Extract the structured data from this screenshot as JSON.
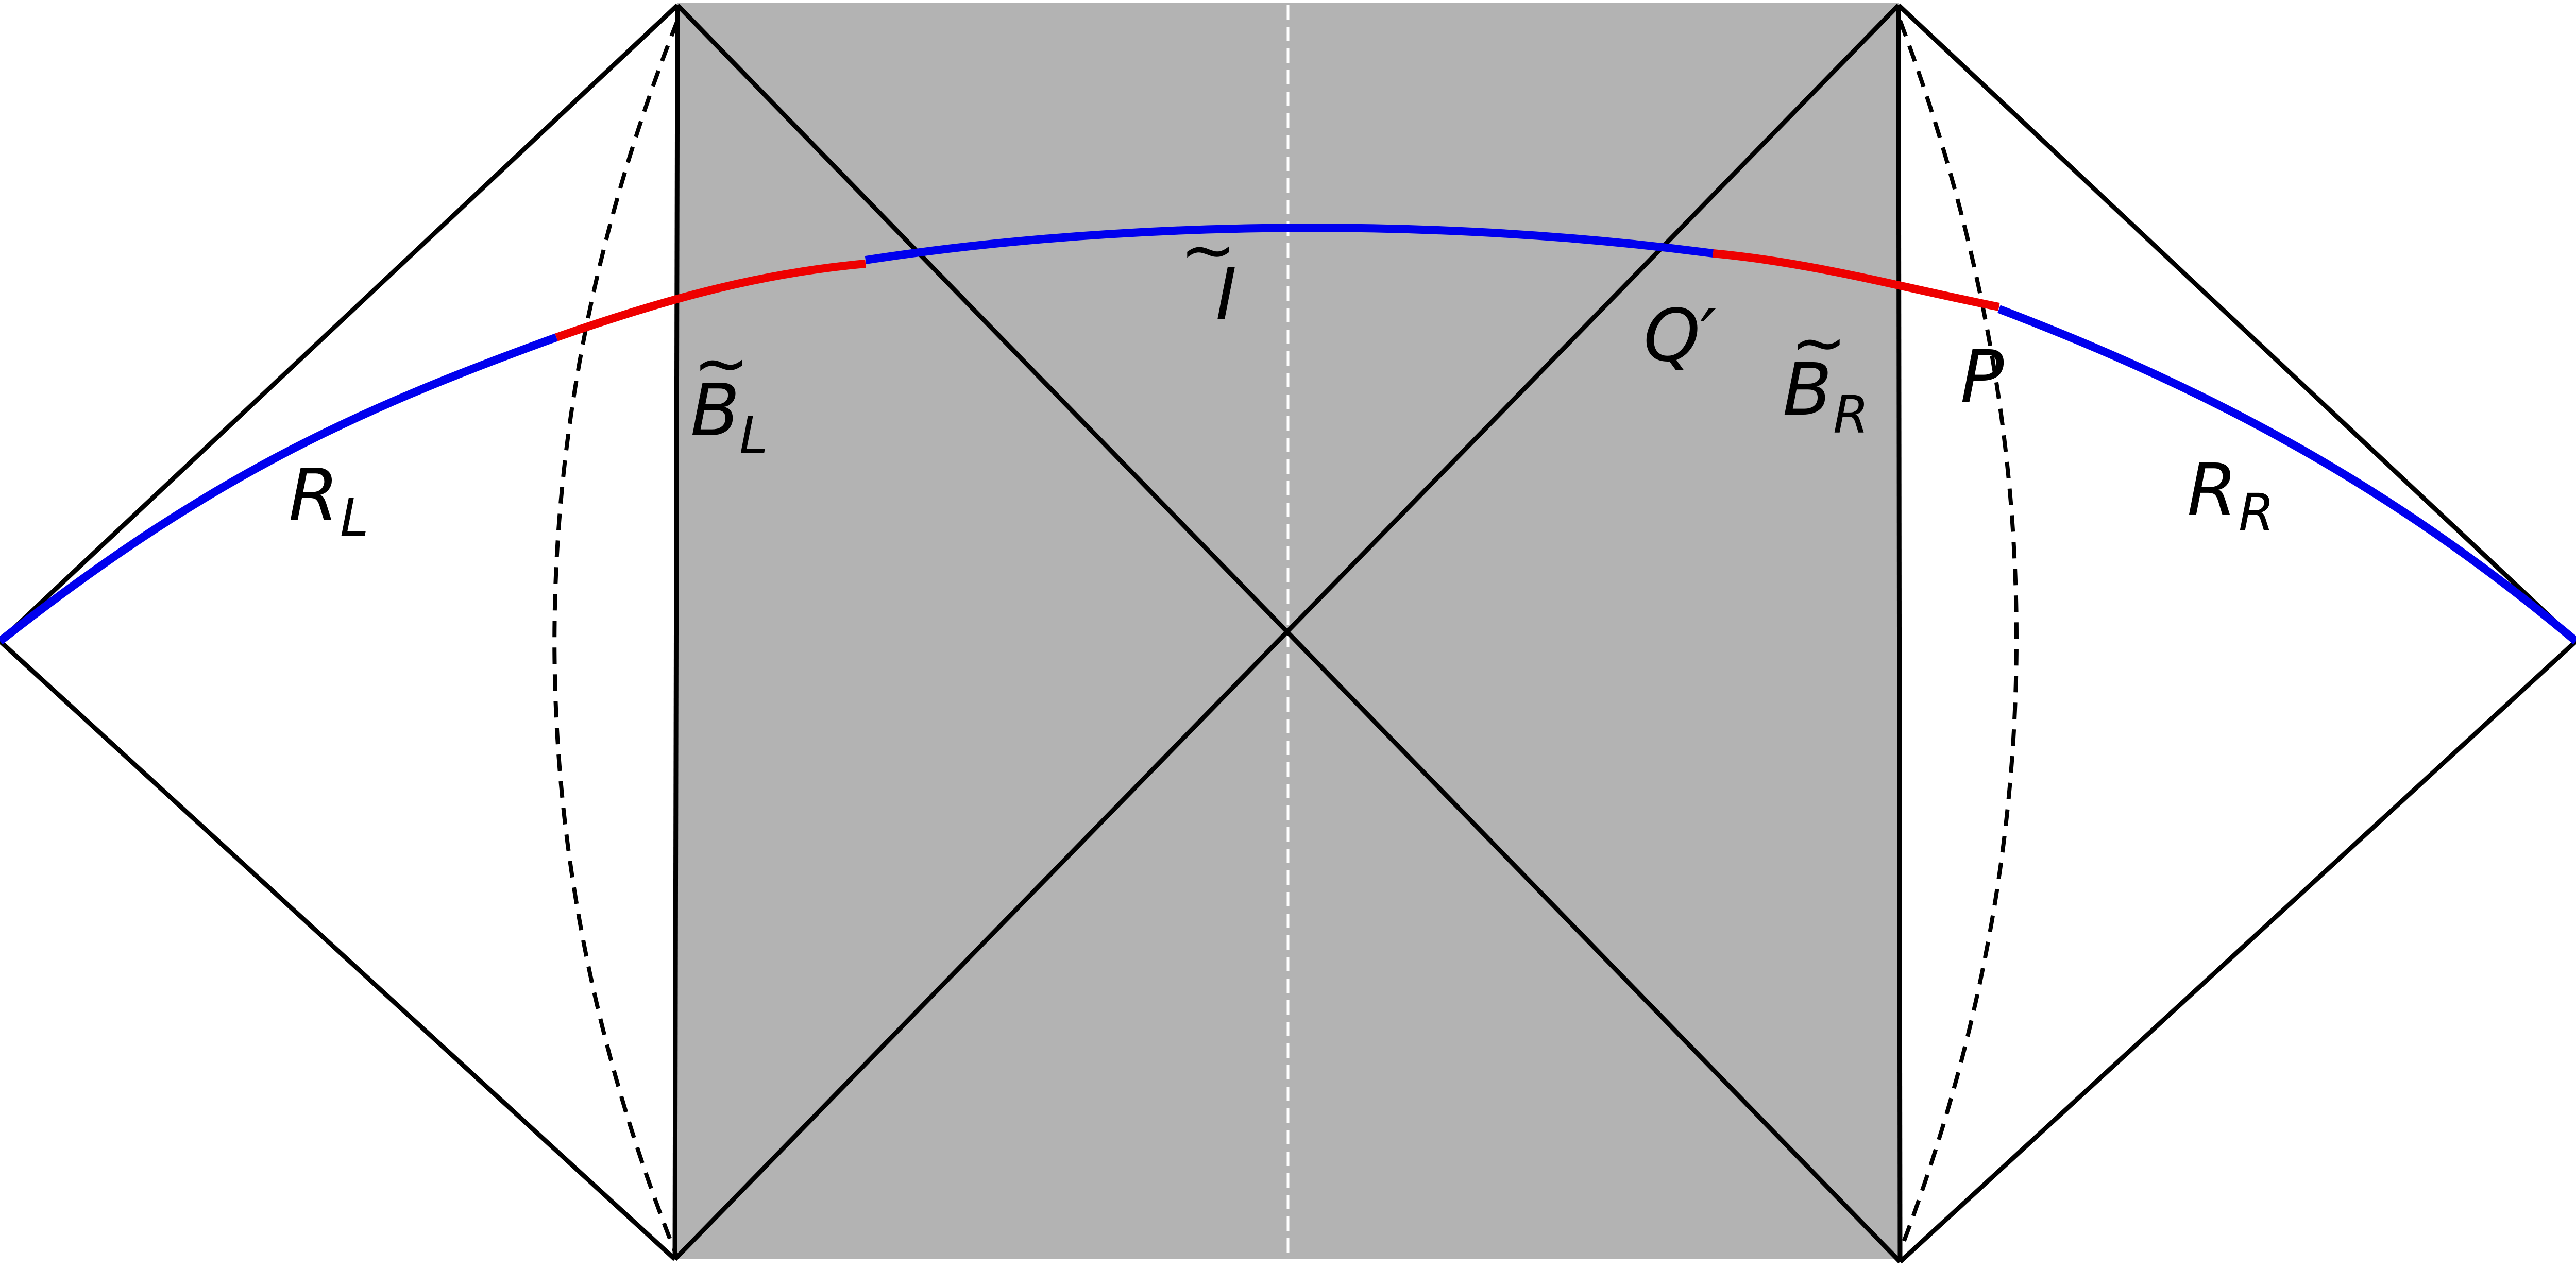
{
  "labels": {
    "I_tilde": {
      "base": "I",
      "accent": "~"
    },
    "B_L": {
      "base": "B",
      "sub": "L",
      "accent": "~"
    },
    "B_R": {
      "base": "B",
      "sub": "R",
      "accent": "~"
    },
    "R_L": {
      "base": "R",
      "sub": "L"
    },
    "R_R": {
      "base": "R",
      "sub": "R"
    },
    "P": {
      "base": "P"
    },
    "Q_prime": {
      "base": "Q′"
    }
  },
  "colors": {
    "shaded_region": "#b3b3b3",
    "outline": "#000000",
    "blue_curve": "#0000ee",
    "red_curve": "#ee0000",
    "center_dash": "#ffffff"
  }
}
